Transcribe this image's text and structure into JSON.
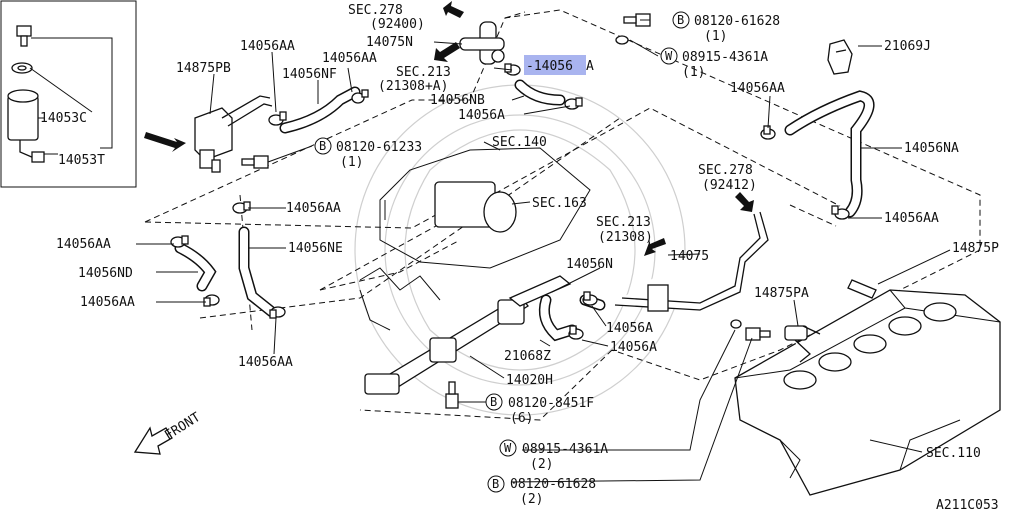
{
  "diagram_id": "A211C053",
  "front_label": "FRONT",
  "labels": {
    "sec278_top": "SEC.278",
    "sec278_top_sub": "(92400)",
    "p14075N": "14075N",
    "sec213_top": "SEC.213",
    "sec213_top_sub": "(21308+A)",
    "p14056NB": "14056NB",
    "p14056A_a": "14056A",
    "p14056_hl": "-14056",
    "p14056_hl_suffix": "A",
    "bolt_top_code": "08120-61628",
    "bolt_top_qty": "(1)",
    "washer_top_code": "08915-4361A",
    "washer_top_qty": "(1)",
    "p21069J": "21069J",
    "p14056AA_r1": "14056AA",
    "p14056NA": "14056NA",
    "sec278_mid": "SEC.278",
    "sec278_mid_sub": "(92412)",
    "p14056AA_r2": "14056AA",
    "p14875P": "14875P",
    "sec213_mid": "SEC.213",
    "sec213_mid_sub": "(21308)",
    "p14075": "14075",
    "p14056N": "14056N",
    "p14875PA": "14875PA",
    "p14056A_b": "14056A",
    "p14056A_c": "14056A",
    "p21068Z": "21068Z",
    "p14020H": "14020H",
    "bolt_mid_code": "08120-8451F",
    "bolt_mid_qty": "(6)",
    "washer_bot_code": "08915-4361A",
    "washer_bot_qty": "(2)",
    "bolt_bot_code": "08120-61628",
    "bolt_bot_qty": "(2)",
    "sec110": "SEC.110",
    "sec140": "SEC.140",
    "sec163": "SEC.163",
    "p14056AA_t1": "14056AA",
    "p14056AA_t2": "14056AA",
    "p14875PB": "14875PB",
    "p14056NF": "14056NF",
    "bolt_left_code": "08120-61233",
    "bolt_left_qty": "(1)",
    "p14056AA_l1": "14056AA",
    "p14056NE": "14056NE",
    "p14056AA_l2": "14056AA",
    "p14056ND": "14056ND",
    "p14056AA_l3": "14056AA",
    "p14056AA_l4": "14056AA",
    "p14053C": "14053C",
    "p14053T": "14053T",
    "sym_b": "B",
    "sym_w": "W"
  }
}
